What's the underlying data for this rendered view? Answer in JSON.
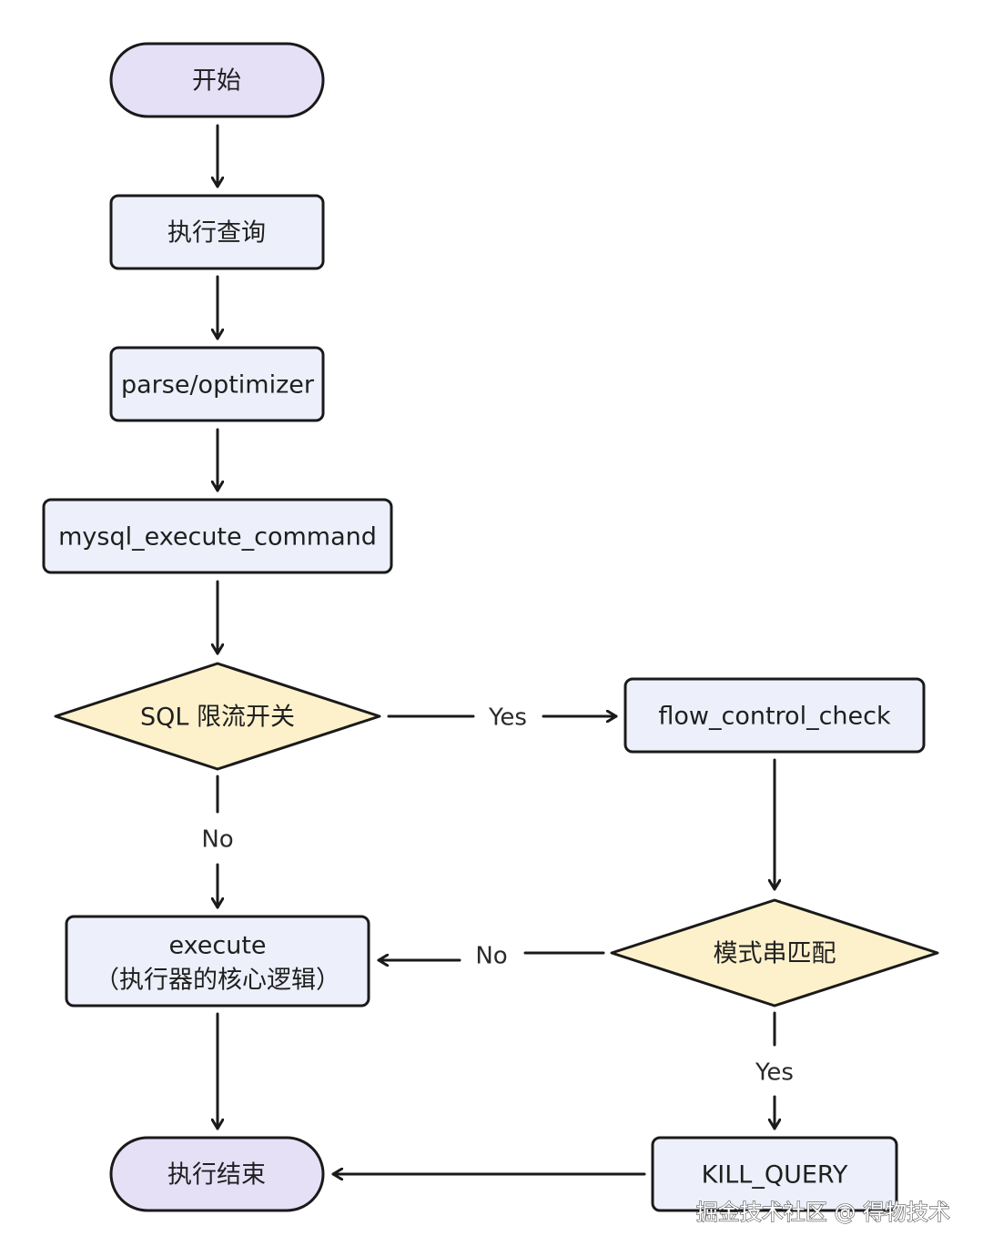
{
  "colors": {
    "terminal_fill": "#e6e0f7",
    "process_fill": "#edf0fa",
    "decision_fill": "#fdf1cc",
    "stroke": "#1a1a1a"
  },
  "nodes": {
    "start": "开始",
    "exec_query": "执行查询",
    "parse": "parse/optimizer",
    "mysql_exec": "mysql_execute_command",
    "sql_switch": "SQL 限流开关",
    "flow_check": "flow_control_check",
    "pattern_match": "模式串匹配",
    "execute_line1": "execute",
    "execute_line2": "（执行器的核心逻辑）",
    "kill_query": "KILL_QUERY",
    "end": "执行结束"
  },
  "edges": {
    "switch_yes": "Yes",
    "switch_no": "No",
    "match_no": "No",
    "match_yes": "Yes"
  },
  "watermark": "掘金技术社区 @ 得物技术"
}
